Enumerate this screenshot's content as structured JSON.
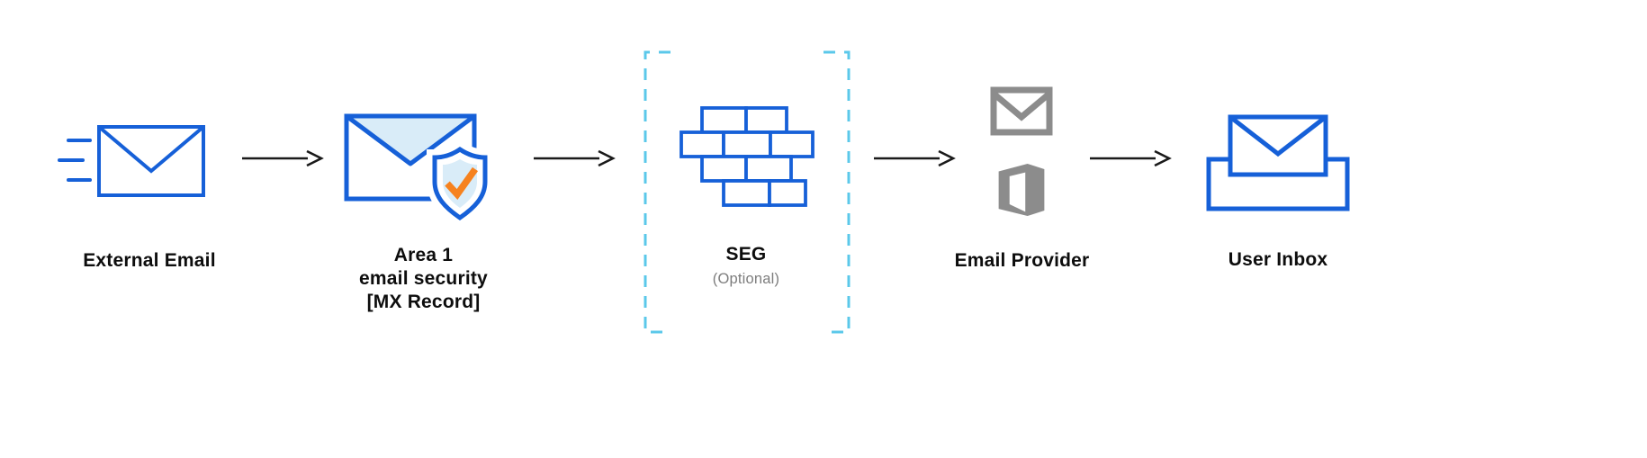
{
  "colors": {
    "blue": "#1660d8",
    "light-blue": "#d9ecf8",
    "cyan": "#5bc8ea",
    "orange": "#f6821f",
    "gray": "#8c8c8c",
    "arrow": "#1a1a1a",
    "text": "#0d0d0d",
    "muted": "#7d7d7d"
  },
  "nodes": {
    "external_email": {
      "label": "External Email",
      "icon": "envelope-fast-icon"
    },
    "area1": {
      "label_lines": [
        "Area 1",
        "email security",
        "[MX Record]"
      ],
      "icon": "envelope-shield-check-icon"
    },
    "seg": {
      "label": "SEG",
      "sublabel": "(Optional)",
      "icon": "firewall-bricks-icon",
      "optional_marker": "dashed-brackets"
    },
    "email_provider": {
      "label": "Email Provider",
      "icons": [
        "gmail-icon",
        "microsoft-office-icon"
      ]
    },
    "user_inbox": {
      "label": "User Inbox",
      "icon": "inbox-envelope-icon"
    }
  },
  "arrows": [
    {
      "from": "external_email",
      "to": "area1"
    },
    {
      "from": "area1",
      "to": "seg"
    },
    {
      "from": "seg",
      "to": "email_provider"
    },
    {
      "from": "email_provider",
      "to": "user_inbox"
    }
  ]
}
